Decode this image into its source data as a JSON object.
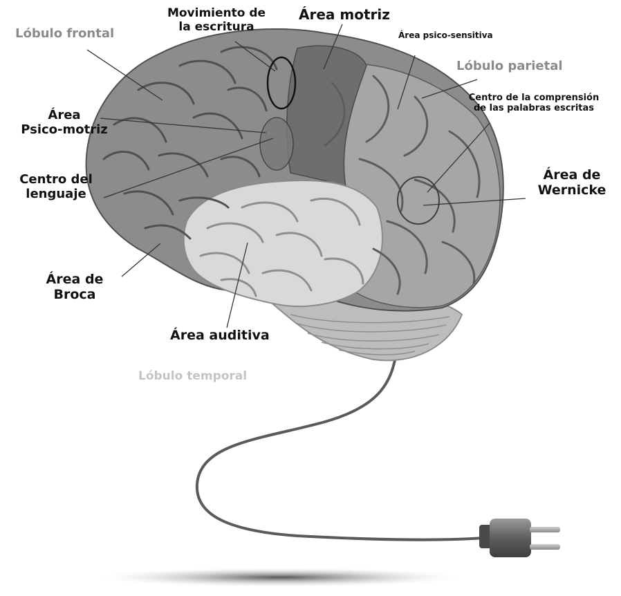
{
  "labels": {
    "lobulo_frontal": "Lóbulo frontal",
    "movimiento_escritura_1": "Movimiento de",
    "movimiento_escritura_2": "la escritura",
    "area_motriz": "Área motriz",
    "area_psico_sensitiva": "Área psico-sensitiva",
    "lobulo_parietal": "Lóbulo parietal",
    "comprension_1": "Centro de la comprensión",
    "comprension_2": "de las palabras escritas",
    "area_psico_motriz_1": "Área",
    "area_psico_motriz_2": "Psico-motriz",
    "centro_lenguaje_1": "Centro del",
    "centro_lenguaje_2": "lenguaje",
    "wernicke_1": "Área de",
    "wernicke_2": "Wernicke",
    "broca_1": "Área de",
    "broca_2": "Broca",
    "area_auditiva": "Área auditiva",
    "lobulo_temporal": "Lóbulo temporal"
  },
  "colors": {
    "frontal": "#8c8c8c",
    "motor_band": "#6e6e6e",
    "parietal": "#a6a6a6",
    "occipital": "#909090",
    "temporal": "#d9d9d9",
    "cerebellum": "#bdbdbd",
    "sulcus": "#555555",
    "plug": "#6b6b6b"
  }
}
